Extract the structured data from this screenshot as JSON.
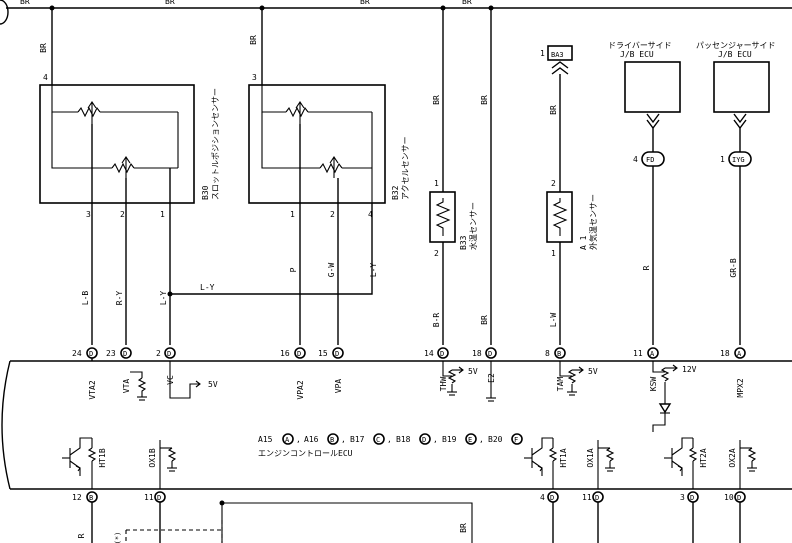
{
  "top_wire": {
    "labels": [
      "BR",
      "BR",
      "BR",
      "BR"
    ]
  },
  "tps": {
    "ref": "B30",
    "name": "スロットルポジションセンサー",
    "pin_top": "4",
    "pins": [
      "3",
      "2",
      "1"
    ],
    "wire_top": "BR",
    "wires": [
      "L-B",
      "R-Y",
      "L-Y"
    ],
    "ecu_pins": [
      "24",
      "23",
      "2"
    ],
    "ecu_conn": "D",
    "signals": [
      "VTA2",
      "VTA",
      "VC"
    ]
  },
  "link_wire": "L-Y",
  "aps": {
    "ref": "B32",
    "name": "アクセルセンサー",
    "pin_top": "3",
    "pins": [
      "1",
      "2",
      "4"
    ],
    "wire_top": "BR",
    "wires": [
      "P",
      "G-W",
      "L-Y"
    ],
    "ecu_pins": [
      "16",
      "15"
    ],
    "ecu_conn": "D",
    "signals": [
      "VPA2",
      "VPA"
    ]
  },
  "wts": {
    "ref": "B33",
    "name": "水温センサー",
    "pin_top": "1",
    "pin_bot": "2",
    "wire_top": "BR",
    "wire_bot": "B-R",
    "ecu_pin": "14",
    "ecu_conn": "D",
    "signal": "THW"
  },
  "e2": {
    "wire": "BR",
    "ecu_pin": "18",
    "ecu_conn": "D",
    "signal": "E2"
  },
  "ats": {
    "ref": "A 1",
    "name": "外気温センサー",
    "pin_top": "2",
    "pin_bot": "1",
    "wire_top": "BR",
    "wire_bot": "L-W",
    "conn_pin": "1",
    "conn": "BA3",
    "ecu_pin": "8",
    "ecu_conn": "B",
    "signal": "TAM"
  },
  "driver_ecu": {
    "label1": "ドライバーサイド",
    "label2": "J/B ECU",
    "pin": "4",
    "conn": "FD",
    "wire": "R",
    "ecu_pin": "11",
    "ecu_conn": "A",
    "signal": "KSW"
  },
  "passenger_ecu": {
    "label1": "パッセンジャーサイド",
    "label2": "J/B ECU",
    "pin": "1",
    "conn": "IYG",
    "wire": "GR-B",
    "ecu_pin": "18",
    "ecu_conn": "A",
    "signal": "MPX2"
  },
  "voltages": {
    "vc": "5V",
    "thw": "5V",
    "tam": "5V",
    "ksw": "12V"
  },
  "ecu": {
    "name": "エンジンコントロールECU",
    "connectors": [
      {
        "name": "A15",
        "letter": "A"
      },
      {
        "name": "A16",
        "letter": "B"
      },
      {
        "name": "B17",
        "letter": "C"
      },
      {
        "name": "B18",
        "letter": "D"
      },
      {
        "name": "B19",
        "letter": "E"
      },
      {
        "name": "B20",
        "letter": "F"
      }
    ],
    "bottom_signals": [
      "HT1B",
      "OX1B",
      "HT1A",
      "OX1A",
      "HT2A",
      "OX2A"
    ],
    "bottom_pins": [
      {
        "pin": "12",
        "conn": "B"
      },
      {
        "pin": "11",
        "conn": "D"
      },
      {
        "pin": "4",
        "conn": "D"
      },
      {
        "pin": "11",
        "conn": "D"
      },
      {
        "pin": "3",
        "conn": "D"
      },
      {
        "pin": "10",
        "conn": "D"
      }
    ]
  },
  "bottom_wires": {
    "left_fragment": "R",
    "left_note": "(*)",
    "right": "BR"
  }
}
